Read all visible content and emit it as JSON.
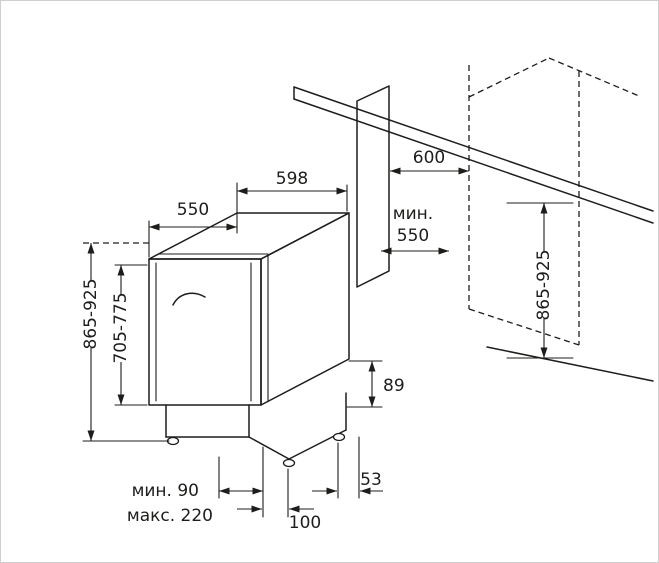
{
  "colors": {
    "ink": "#1d1d1b",
    "background": "#ffffff"
  },
  "dimensions": {
    "appliance_depth": "550",
    "appliance_width": "598",
    "niche_width": "600",
    "niche_depth_min_label": "мин.",
    "niche_depth_min_value": "550",
    "appliance_height_range": "865-925",
    "door_panel_height_range": "705-775",
    "niche_height_range": "865-925",
    "rear_base_height": "89",
    "rear_foot_offset": "53",
    "front_foot_offset": "100",
    "plinth_recess_min": "мин. 90",
    "plinth_recess_max": "макс. 220"
  }
}
